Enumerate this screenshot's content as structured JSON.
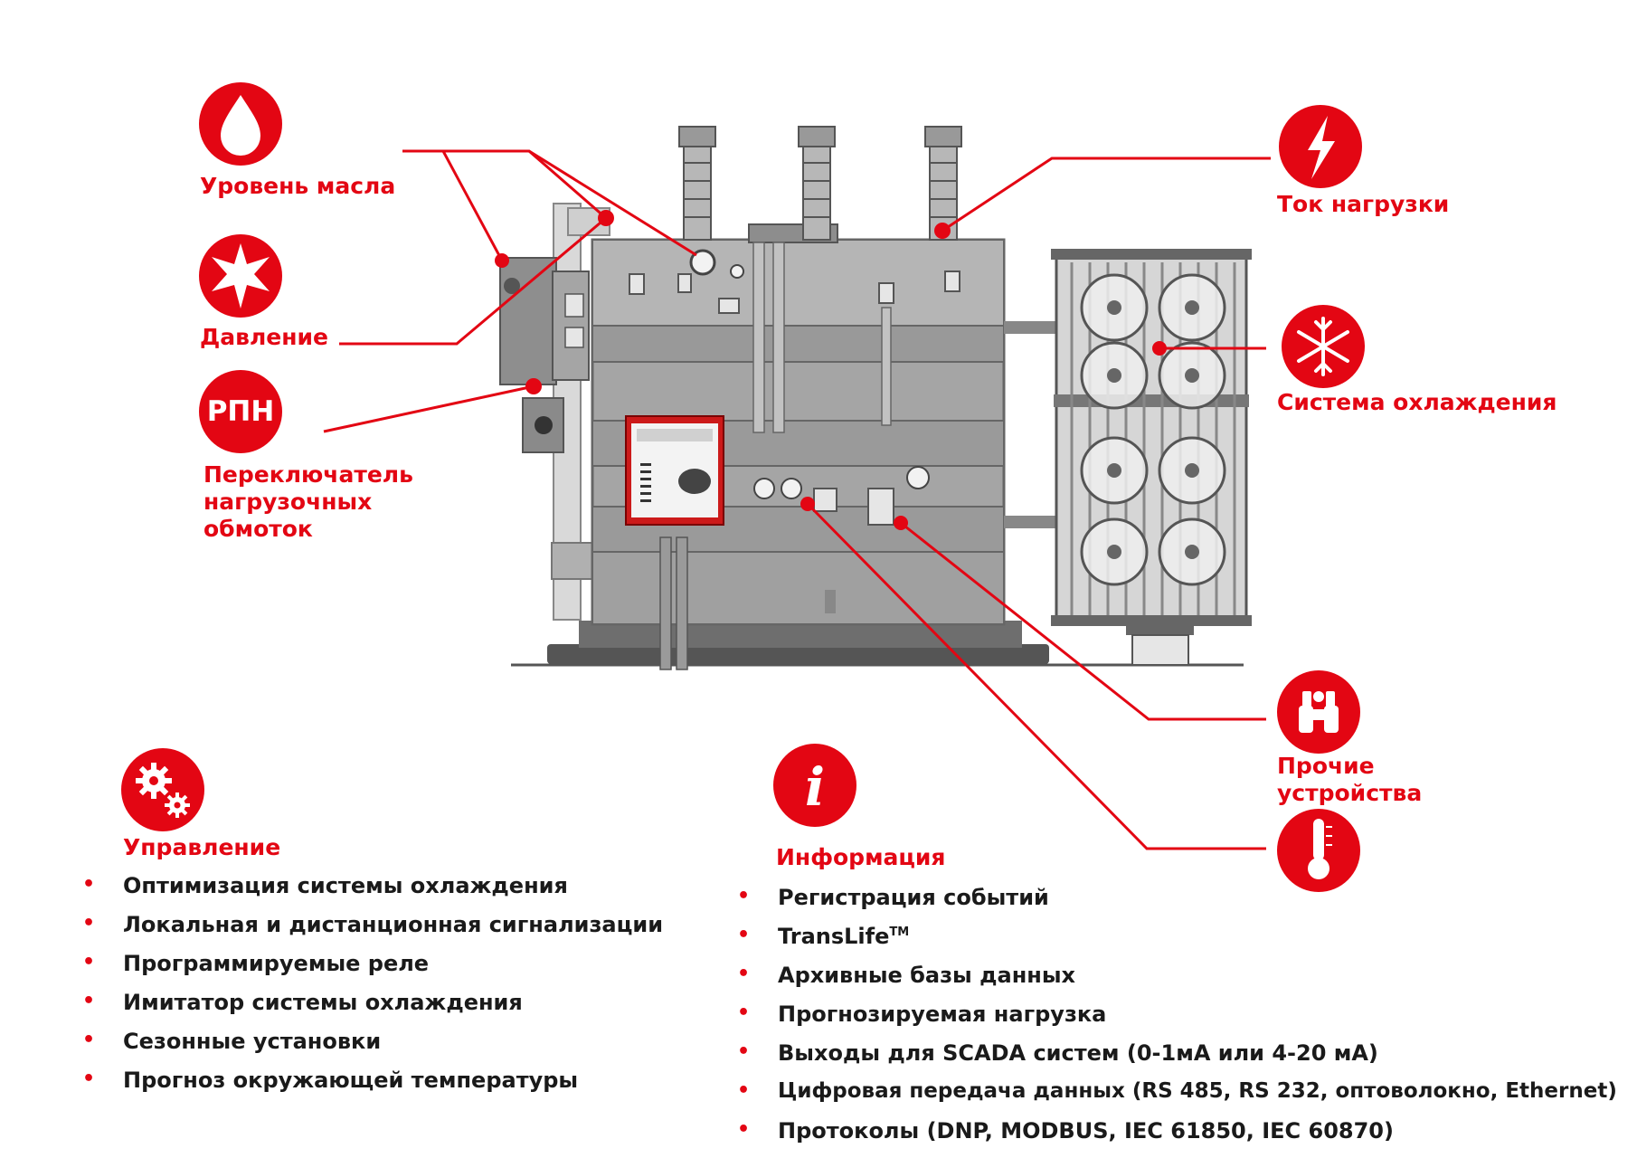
{
  "colors": {
    "accent": "#e30613",
    "equipment": "#9b9b9b",
    "text": "#1a1a1a"
  },
  "callouts": {
    "oil_level": {
      "label": "Уровень масла",
      "icon": "drop-icon"
    },
    "pressure": {
      "label": "Давление",
      "icon": "starburst-icon"
    },
    "oltc": {
      "icon_text": "РПН",
      "label_lines": [
        "Переключатель",
        "нагрузочных",
        "обмоток"
      ]
    },
    "load_current": {
      "label": "Ток нагрузки",
      "icon": "lightning-icon"
    },
    "cooling": {
      "label": "Система охлаждения",
      "icon": "snowflake-icon"
    },
    "other_devices": {
      "label_lines": [
        "Прочие",
        "устройства"
      ],
      "icon": "binoculars-icon"
    },
    "temperature": {
      "icon": "thermometer-icon"
    }
  },
  "control": {
    "title": "Управление",
    "icon": "gears-icon",
    "items": [
      "Оптимизация системы охлаждения",
      "Локальная и дистанционная сигнализации",
      "Программируемые реле",
      "Имитатор системы охлаждения",
      "Сезонные установки",
      "Прогноз окружающей температуры"
    ]
  },
  "information": {
    "title": "Информация",
    "icon": "info-icon",
    "icon_text": "i",
    "items": [
      "Регистрация событий",
      "TransLife",
      "Архивные базы данных",
      "Прогнозируемая нагрузка",
      "Выходы для SCADA систем (0-1мА или  4-20 мА)",
      "Цифровая передача данных (RS 485, RS 232, оптоволокно, Ethernet)",
      "Протоколы (DNP, MODBUS, IEC 61850, IEC 60870)"
    ],
    "trademark": "TM"
  }
}
